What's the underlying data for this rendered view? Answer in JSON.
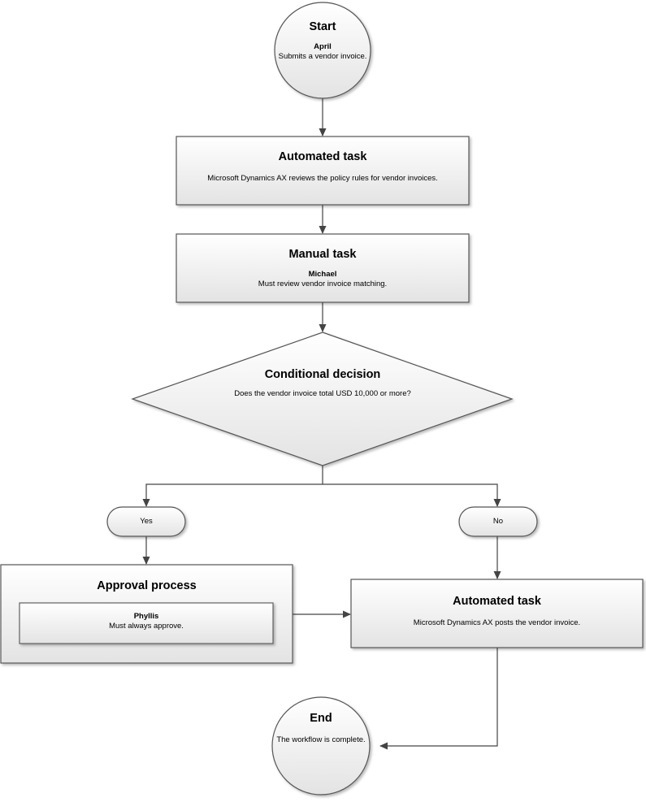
{
  "start": {
    "title": "Start",
    "actor": "April",
    "text": "Submits a vendor invoice."
  },
  "automated_task_1": {
    "title": "Automated task",
    "text": "Microsoft Dynamics AX reviews the policy rules for vendor invoices."
  },
  "manual_task": {
    "title": "Manual task",
    "actor": "Michael",
    "text": "Must review vendor invoice matching."
  },
  "decision": {
    "title": "Conditional decision",
    "text": "Does the vendor invoice total USD 10,000 or more?"
  },
  "branch_yes": {
    "label": "Yes"
  },
  "branch_no": {
    "label": "No"
  },
  "approval_process": {
    "title": "Approval process",
    "actor": "Phyllis",
    "text": "Must always approve."
  },
  "automated_task_2": {
    "title": "Automated task",
    "text": "Microsoft Dynamics AX posts the vendor invoice."
  },
  "end": {
    "title": "End",
    "text": "The workflow is complete."
  },
  "colors": {
    "fill_top": "#ffffff",
    "fill_bottom": "#e3e3e3",
    "stroke": "#555555",
    "connector": "#444444"
  }
}
